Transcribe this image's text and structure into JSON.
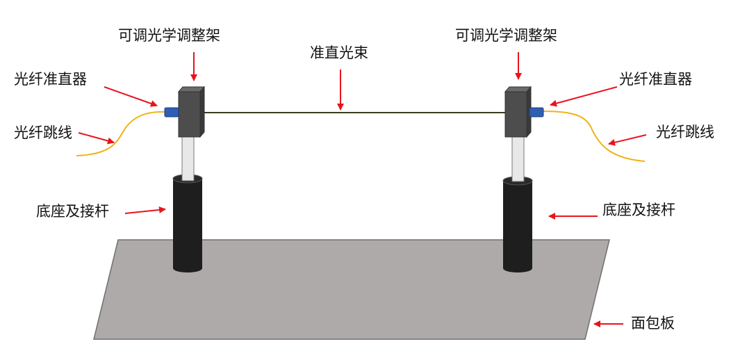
{
  "labels": {
    "adjustable_mount_left": "可调光学调整架",
    "adjustable_mount_right": "可调光学调整架",
    "collimated_beam": "准直光束",
    "fiber_collimator_left": "光纤准直器",
    "fiber_collimator_right": "光纤准直器",
    "fiber_jumper_left": "光纤跳线",
    "fiber_jumper_right": "光纤跳线",
    "base_rod_left": "底座及接杆",
    "base_rod_right": "底座及接杆",
    "breadboard": "面包板"
  },
  "colors": {
    "arrow": "#e8141c",
    "breadboard": "#aeaaaa",
    "post_black": "#1e1e1e",
    "rod": "#e8e8e8",
    "mount": "#4d4d4d",
    "collimator": "#2f5fb3",
    "fiber": "#f0b21a",
    "beam": "#3b3b1f"
  }
}
